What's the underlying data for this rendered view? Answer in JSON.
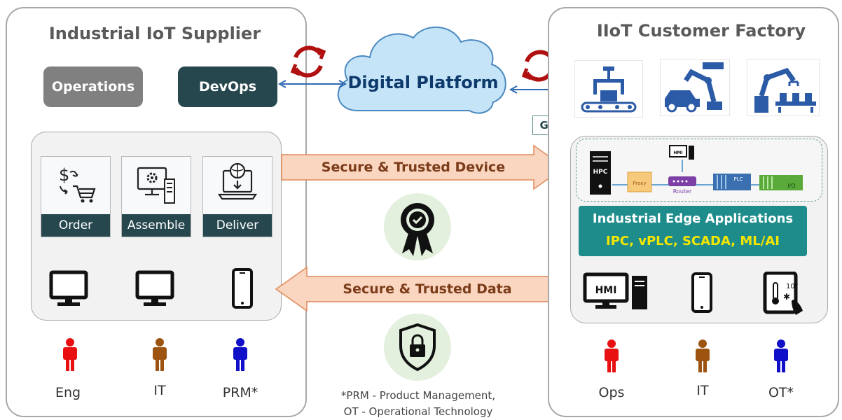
{
  "supplier": {
    "title": "Industrial IoT Supplier",
    "operations_label": "Operations",
    "devops_label": "DevOps",
    "cards": [
      {
        "label": "Order",
        "icon": "order-cart-icon"
      },
      {
        "label": "Assemble",
        "icon": "computer-gear-icon"
      },
      {
        "label": "Deliver",
        "icon": "laptop-globe-icon"
      }
    ],
    "devices": [
      "monitor-icon",
      "monitor-icon",
      "smartphone-icon"
    ],
    "people": [
      {
        "label": "Eng",
        "color": "#e81010"
      },
      {
        "label": "IT",
        "color": "#9c5410"
      },
      {
        "label": "PRM*",
        "color": "#1010c8"
      }
    ]
  },
  "center": {
    "cloud_label": "Digital Platform",
    "gateway_label": "Gateway",
    "device_arrow_label": "Secure & Trusted Device",
    "data_arrow_label": "Secure & Trusted Data",
    "footnote_line1": "*PRM - Product Management,",
    "footnote_line2": "OT - Operational Technology"
  },
  "factory": {
    "title": "IIoT Customer Factory",
    "robots": [
      "conveyor-robot-icon",
      "car-robot-arm-icon",
      "robot-arm-conveyor-icon"
    ],
    "network": {
      "hpc": "HPC",
      "proxy": "Proxy",
      "hmi": "HMI",
      "router": "Router",
      "plc": "PLC",
      "io": "I/O"
    },
    "edge_title": "Industrial Edge Applications",
    "edge_subtitle": "IPC, vPLC, SCADA, ML/AI",
    "hmi_device": "HMI",
    "tablet_temp": "10°",
    "people": [
      {
        "label": "Ops",
        "color": "#e81010"
      },
      {
        "label": "IT",
        "color": "#9c5410"
      },
      {
        "label": "OT*",
        "color": "#1010c8"
      }
    ]
  },
  "colors": {
    "dark_teal": "#26474e",
    "edge_teal": "#1f8c8c",
    "edge_yellow": "#f5e600",
    "cloud_fill": "#c5e4f8",
    "cloud_text": "#0d3a6b",
    "arrow_fill": "#fad5bf",
    "arrow_text": "#7b3c1a",
    "sync_red": "#b01010"
  }
}
